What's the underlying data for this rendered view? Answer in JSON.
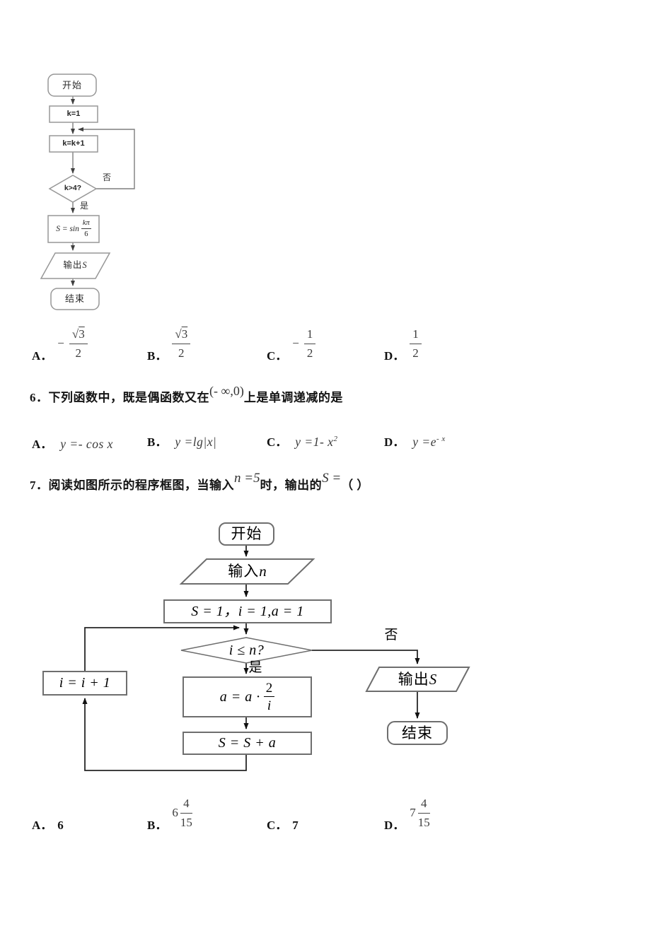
{
  "fc1": {
    "start": "开始",
    "k1": "k=1",
    "kk1": "k=k+1",
    "cond": "k>4?",
    "no": "否",
    "yes": "是",
    "s_prefix": "S = sin",
    "s_num": "kπ",
    "s_den": "6",
    "output_pre": "输出",
    "output_var": "S",
    "end": "结束"
  },
  "q5": {
    "options": {
      "a_label": "A．",
      "a_sign": "−",
      "a_rad": "√",
      "a_num": "3",
      "a_den": "2",
      "b_label": "B．",
      "b_rad": "√",
      "b_num": "3",
      "b_den": "2",
      "c_label": "C．",
      "c_sign": "−",
      "c_num": "1",
      "c_den": "2",
      "d_label": "D．",
      "d_num": "1",
      "d_den": "2"
    }
  },
  "q6": {
    "pre": "6．下列函数中，既是偶函数又在",
    "interval": "(- ∞,0)",
    "post": "上是单调递减的是",
    "options": {
      "a_label": "A．",
      "a_main": "y =- cos x",
      "b_label": "B．",
      "b_main": "y =lg|x|",
      "c_label": "C．",
      "c_main": "y =1- x",
      "c_sup": "2",
      "d_label": "D．",
      "d_main": "y =e",
      "d_sup": "- x"
    }
  },
  "q7": {
    "pre": "7．阅读如图所示的程序框图，当输入",
    "input_expr": "n =5",
    "mid": "时，输出的",
    "output_expr": "S =",
    "paren": "（ ）",
    "options": {
      "a_label": "A．",
      "a_val": "6",
      "b_label": "B．",
      "b_whole": "6",
      "b_num": "4",
      "b_den": "15",
      "c_label": "C．",
      "c_val": "7",
      "d_label": "D．",
      "d_whole": "7",
      "d_num": "4",
      "d_den": "15"
    }
  },
  "fc2": {
    "start": "开始",
    "input_pre": "输入",
    "input_var": "n",
    "init": "S = 1，i = 1,a = 1",
    "cond": "i ≤ n?",
    "no": "否",
    "yes": "是",
    "a_prefix": "a = a ·",
    "a_num": "2",
    "a_den": "i",
    "s_update": "S = S + a",
    "i_update": "i = i + 1",
    "output_pre": "输出",
    "output_var": "S",
    "end": "结束"
  }
}
